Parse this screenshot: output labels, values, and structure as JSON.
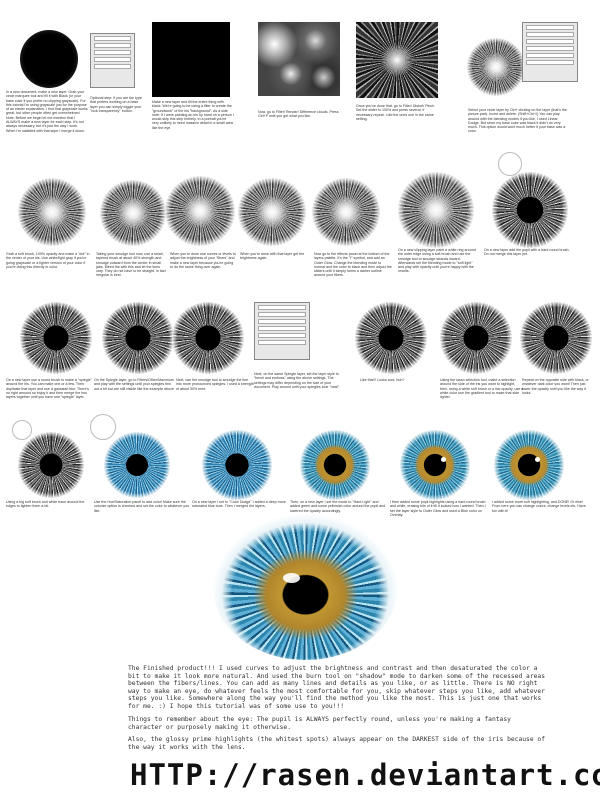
{
  "steps": [
    {
      "text": "In a new document, make a new layer. Grab your circle marquee tool and fill it with Black (or your base color if you prefer no clipping grayscale). For this tutorial I'm using grayscale just for the purpose of an easier explanation. I find that grayscale works great, but other people often get overwhelmed. Note: Before we begin let me mention that I ALWAYS make a new layer for each step. It's not always necessary, but it's just the way I work. When I'm satisfied with that layer I merge it down."
    },
    {
      "text": "Optional step: If you are the type that prefers working on a base layer you can simply toggle your \"lock transparency\" button."
    },
    {
      "text": "Make a new layer and fill the entire thing with black. We're going to be using a filter to create the \"groundwork\" of the iris \"background\". As a side note: If I were painting an iris by hand on a person I would skip this step entirely. In a portrait you're very unlikely to need massive detail in a small area like the eye."
    },
    {
      "text": "Now, go to Filter/ Render/ Difference clouds. Press Ctrl+F until you get what you like."
    },
    {
      "text": "Once you've done that, go to Filter/ Distort/ Pinch. Set the slider to 100% and press several, if necessary repeat. I did the ones one in the same setting."
    },
    {
      "text": "Select your circle layer by Ctrl+ clicking on the layer (that's the picture part). Invert and delete. (Shift+Ctrl+I) You can play around with the blending modes if you like, I used Linear Dodge. But since my base color was black it didn't do very much. This option would work much better if your base was a color."
    },
    {
      "text": "Grab a soft brush, 100% opacity and make a \"dot\" in the center of your iris. Use white/light gray if you're going grayscale or a lighter version of your color if you're doing this directly in color."
    },
    {
      "text": "Taking your smudge tool now, use a small, tapered brush at about 40% strength and smudge outward from the center in small jabs. Bleed the with this and let the lines vary. They do not have to be straight, in fact irregular is best."
    },
    {
      "text": "When you're done use curves or levels to adjust the brightness of your \"fibers\" and make a new layer because you're going to do the same thing over again."
    },
    {
      "text": "When you're done with that layer get the brightness again."
    },
    {
      "text": "Now go to the effects panel at the bottom of the layers palette. It's the \"f\" symbol, and add an Outer Glow. Change the blending mode to normal and the color to black and then adjust the sliders until it simply forms a darker outline around your fibers."
    },
    {
      "text": "On a new clipping layer paint a white ring around the outer edge using a soft brush and use the smudge tool to smudge strands inward. Afterwards set the blending mode to \"soft light\" and play with opacity until you're happy with the results."
    },
    {
      "text": "On a new layer add the pupil with a hard round brush. Do not merge this layer yet."
    },
    {
      "text": "On a new layer use a round brush to make a \"spiegle\" around the iris. You can make one or a few. Then duplicate that layer and use a gaussian blur. There's no right amount so enjoy it and then merge the two layers together until you have one \"spiegle\" layer."
    },
    {
      "text": "On the Spiegle layer, go to Filters/Other/Maximum and play with the settings until your spiegles thin out a bit but are still visible like the example above."
    },
    {
      "text": "Next, use the smudge tool to smudge the line into more pronounced spiegles. I used a strength of about 30% here."
    },
    {
      "text": "Next, on the same Spiegle layer, set the layer style to \"bevel and emboss\" using the above settings. The settings may differ depending on the size of your document. Play around until your spiegles look \"neat\"."
    },
    {
      "text": "Like this!!! Looks cool, huh?"
    },
    {
      "text": "Using the lasso selection tool, make a selection around the side of the iris you want to highlight, then, using a white soft brush or a low opacity, use a white color use the gradient tool to make that side lighter."
    },
    {
      "text": "Repeat on the opposite side with black, or whatever dark color you want! Then just lower the opacity until you like the way it looks."
    },
    {
      "text": "Using a big soft brush and white trace around the edges to lighten them a bit."
    },
    {
      "text": "Use the Hue/Saturation panel to add color! Make sure the colorize option is checked and set the color to whatever you like."
    },
    {
      "text": "On a new layer I set to \"Color Dodge\" I added a deep more saturated blue tone. Then I merged the layers."
    },
    {
      "text": "Then, on a new layer I set the mode to \"Hard Light\" and added green and some yellowish color around the pupil and lowered the opacity accordingly."
    },
    {
      "text": "I then added some pupil highlights using a hard round brush and white, erasing bits of it till it looked how I wanted. Then I set the layer style to Outer Glow and used a Blue color on Overlay."
    },
    {
      "text": "I added some more soft highlighting, and DONE! Or else! From here you can change colors, change levels etc. Have fun with it!"
    }
  ],
  "final": {
    "paragraph1": "The Finished product!!! I used curves to adjust the brightness and contrast and then desaturated the color a bit to make it look more natural. And used the burn tool on \"shadow\" mode to darken some of the recessed areas between the fibers/lines. You can add as many lines and details as you like, or as little. There is NO right way to make an eye, do whatever feels the most comfortable for you, skip whatever steps you like, add whatever steps you like. Somewhere along the way you'll find the method you like the most. This is just one that works for me. :) I hope this tutorial was of some use to you!!!",
    "paragraph2": "Things to remember about the eye: The pupil is ALWAYS perfectly round, unless you're making a fantasy character or purposely making it otherwise.",
    "paragraph3": "Also, the glossy prime highlights (the whitest spots) always appear on the DARKEST side of the iris because of the way it works with the lens.",
    "url": "HTTP://rasen.deviantart.com"
  }
}
